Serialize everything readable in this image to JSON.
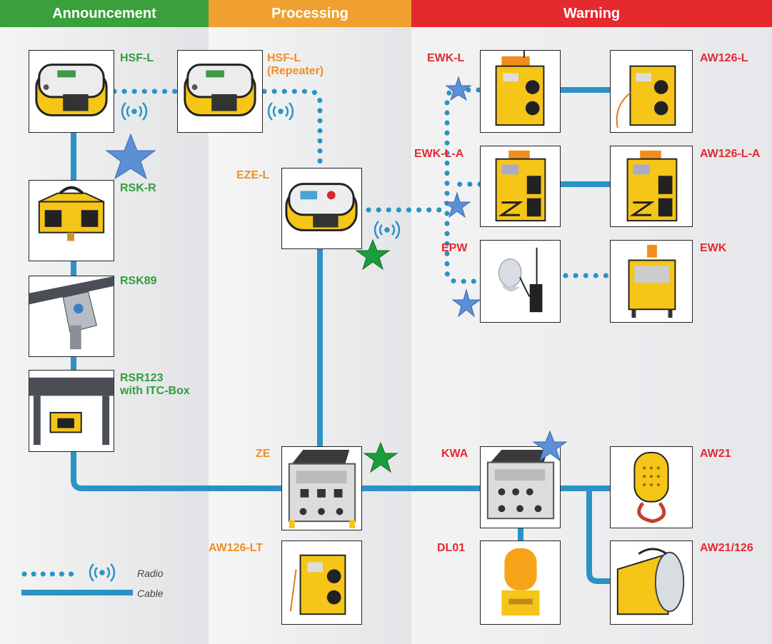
{
  "columns": {
    "announcement": {
      "label": "Announcement",
      "color": "#3aa03c"
    },
    "processing": {
      "label": "Processing",
      "color": "#f0a030"
    },
    "warning": {
      "label": "Warning",
      "color": "#e42a2f"
    }
  },
  "devices": {
    "hsf_l": "HSF-L",
    "hsf_l_repeater_line1": "HSF-L",
    "hsf_l_repeater_line2": "(Repeater)",
    "rsk_r": "RSK-R",
    "rsk89": "RSK89",
    "rsr123_line1": "RSR123",
    "rsr123_line2": "with ITC-Box",
    "eze_l": "EZE-L",
    "ze": "ZE",
    "aw126_lt": "AW126-LT",
    "ewk_l": "EWK-L",
    "aw126_l": "AW126-L",
    "ewk_l_a": "EWK-L-A",
    "aw126_l_a": "AW126-L-A",
    "epw": "EPW",
    "ewk": "EWK",
    "kwa": "KWA",
    "aw21": "AW21",
    "dl01": "DL01",
    "aw21_126": "AW21/126"
  },
  "legend": {
    "radio": "Radio",
    "cable": "Cable"
  },
  "colors": {
    "cable": "#2a93c4",
    "radio": "#2a93c4",
    "star_blue": "#5b8fd6",
    "star_green": "#1a9e3a",
    "device_yellow": "#f5c518"
  }
}
